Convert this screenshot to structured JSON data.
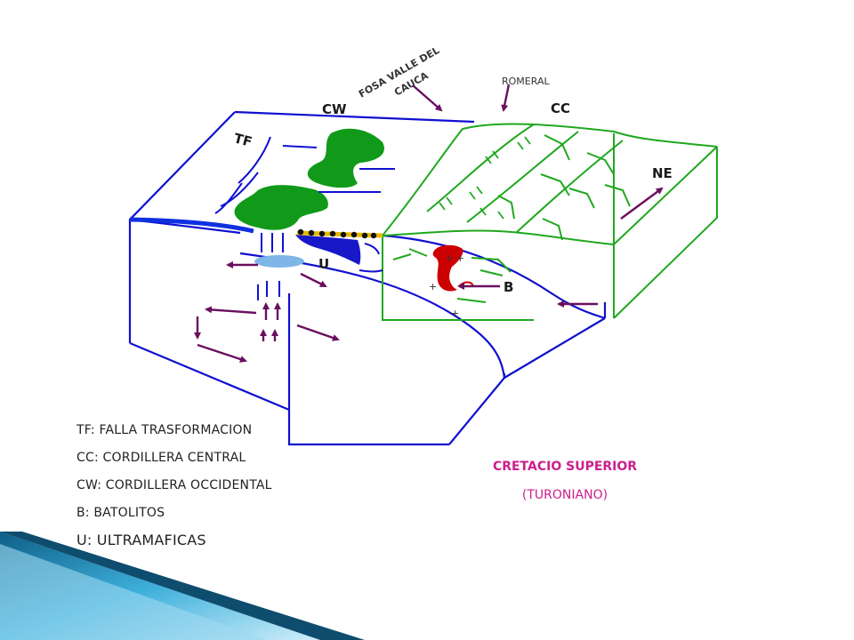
{
  "labels": {
    "cw": "CW",
    "cc": "CC",
    "tf": "TF",
    "ne": "NE",
    "u": "U",
    "b": "B",
    "fosa_line1": "FOSA VALLE DEL",
    "fosa_line2": "CAUCA",
    "romeral": "ROMERAL"
  },
  "legend": [
    "TF: FALLA TRASFORMACION",
    "CC: CORDILLERA CENTRAL",
    "CW: CORDILLERA OCCIDENTAL",
    "B: BATOLITOS",
    "U: ULTRAMAFICAS"
  ],
  "period": {
    "title": "CRETACIO SUPERIOR",
    "subtitle": "(TURONIANO)"
  },
  "colors": {
    "block_outline": "#1010d0",
    "range_lines": "#1fa81f",
    "green_bodies": "#119a19",
    "batholith": "#cc0000",
    "arrows": "#6a0f5e",
    "ultramafic": "#7fb6e8",
    "period_text": "#cc1f8c",
    "corner_gradient": "#2aa0d0"
  }
}
